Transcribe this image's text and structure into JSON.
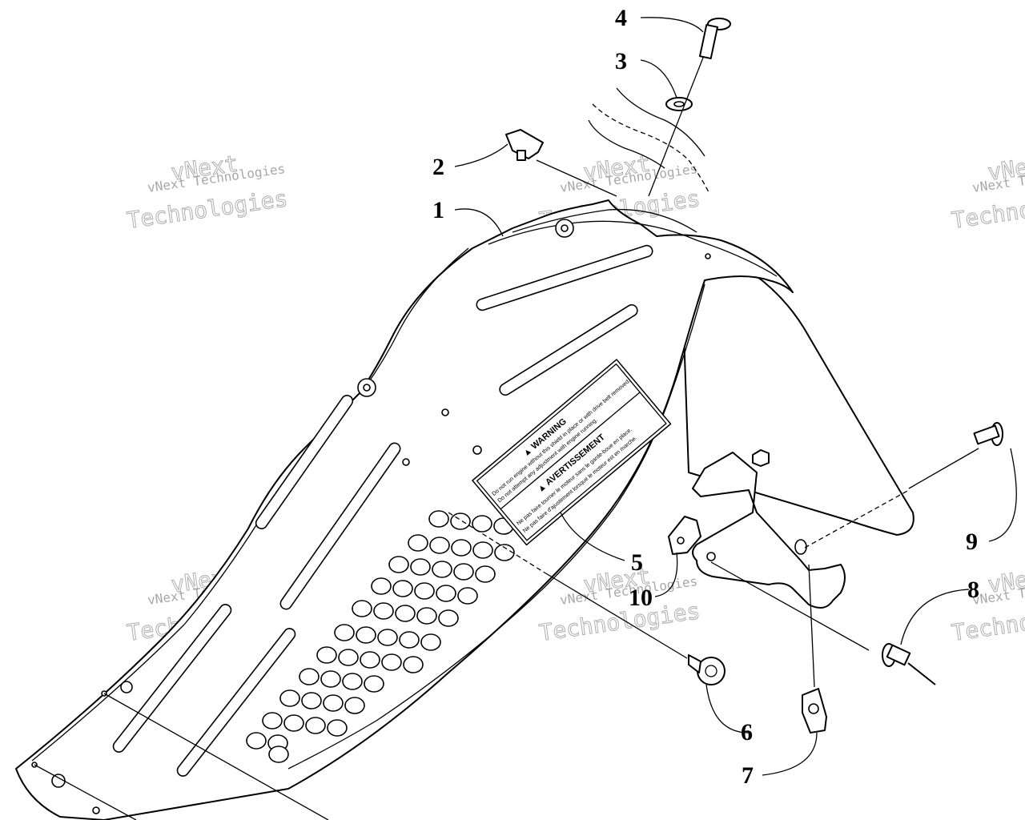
{
  "diagram": {
    "callouts": [
      "1",
      "2",
      "3",
      "4",
      "5",
      "6",
      "7",
      "8",
      "9",
      "10"
    ],
    "watermark": {
      "small": "vNext Technologies",
      "big_top": "vNext",
      "big_bottom": "Technologies"
    },
    "decal": {
      "heading_1": "▲ WARNING",
      "line_1": "Do not run engine without this shield in place or with drive belt removed.",
      "line_2": "Do not attempt any adjustment with engine running.",
      "heading_2": "▲ AVERTISSEMENT",
      "line_3": "Ne pas faire tourner le moteur sans le garde-boue en place.",
      "line_4": "Ne pas faire d'ajustement lorsque le moteur est en marche."
    }
  }
}
